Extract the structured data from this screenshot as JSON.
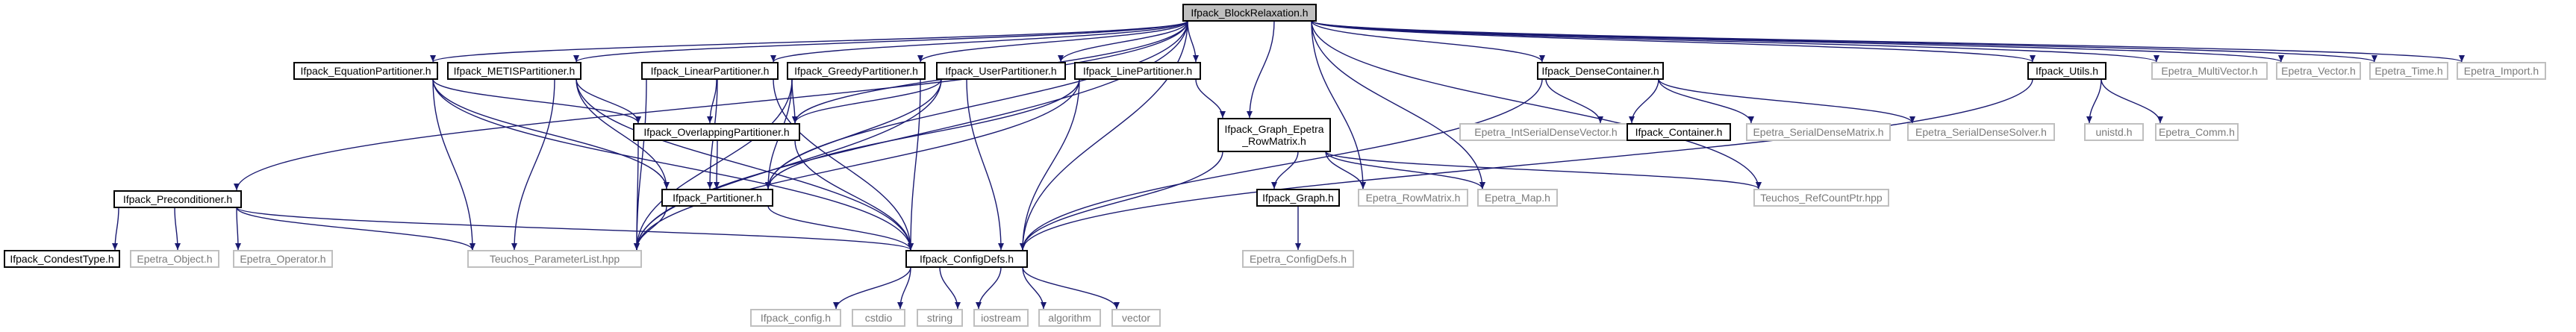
{
  "diagram": {
    "nodes": [
      {
        "id": "root",
        "label": "Ifpack_BlockRelaxation.h",
        "style": "root"
      },
      {
        "id": "eqp",
        "label": "Ifpack_EquationPartitioner.h",
        "style": "normal"
      },
      {
        "id": "metis",
        "label": "Ifpack_METISPartitioner.h",
        "style": "normal"
      },
      {
        "id": "linp",
        "label": "Ifpack_LinearPartitioner.h",
        "style": "normal"
      },
      {
        "id": "greedy",
        "label": "Ifpack_GreedyPartitioner.h",
        "style": "normal"
      },
      {
        "id": "userp",
        "label": "Ifpack_UserPartitioner.h",
        "style": "normal"
      },
      {
        "id": "linep",
        "label": "Ifpack_LinePartitioner.h",
        "style": "normal"
      },
      {
        "id": "dense",
        "label": "Ifpack_DenseContainer.h",
        "style": "normal"
      },
      {
        "id": "utils",
        "label": "Ifpack_Utils.h",
        "style": "normal"
      },
      {
        "id": "mvec",
        "label": "Epetra_MultiVector.h",
        "style": "gray"
      },
      {
        "id": "vec",
        "label": "Epetra_Vector.h",
        "style": "gray"
      },
      {
        "id": "time",
        "label": "Epetra_Time.h",
        "style": "gray"
      },
      {
        "id": "import",
        "label": "Epetra_Import.h",
        "style": "gray"
      },
      {
        "id": "ovl",
        "label": "Ifpack_OverlappingPartitioner.h",
        "style": "normal"
      },
      {
        "id": "gep",
        "label": "Ifpack_Graph_Epetra\n_RowMatrix.h",
        "style": "normal"
      },
      {
        "id": "isdv",
        "label": "Epetra_IntSerialDenseVector.h",
        "style": "gray"
      },
      {
        "id": "cont",
        "label": "Ifpack_Container.h",
        "style": "normal"
      },
      {
        "id": "sdm",
        "label": "Epetra_SerialDenseMatrix.h",
        "style": "gray"
      },
      {
        "id": "sds",
        "label": "Epetra_SerialDenseSolver.h",
        "style": "gray"
      },
      {
        "id": "unistd",
        "label": "unistd.h",
        "style": "gray"
      },
      {
        "id": "comm",
        "label": "Epetra_Comm.h",
        "style": "gray"
      },
      {
        "id": "prec",
        "label": "Ifpack_Preconditioner.h",
        "style": "normal"
      },
      {
        "id": "part",
        "label": "Ifpack_Partitioner.h",
        "style": "normal"
      },
      {
        "id": "graph",
        "label": "Ifpack_Graph.h",
        "style": "normal"
      },
      {
        "id": "rowm",
        "label": "Epetra_RowMatrix.h",
        "style": "gray"
      },
      {
        "id": "map",
        "label": "Epetra_Map.h",
        "style": "gray"
      },
      {
        "id": "rcp",
        "label": "Teuchos_RefCountPtr.hpp",
        "style": "gray"
      },
      {
        "id": "ct",
        "label": "Ifpack_CondestType.h",
        "style": "normal"
      },
      {
        "id": "obj",
        "label": "Epetra_Object.h",
        "style": "gray"
      },
      {
        "id": "op",
        "label": "Epetra_Operator.h",
        "style": "gray"
      },
      {
        "id": "cfg",
        "label": "Ifpack_ConfigDefs.h",
        "style": "normal"
      },
      {
        "id": "tpl",
        "label": "Teuchos_ParameterList.hpp",
        "style": "gray"
      },
      {
        "id": "ecfg",
        "label": "Epetra_ConfigDefs.h",
        "style": "gray"
      },
      {
        "id": "ifcfg",
        "label": "Ifpack_config.h",
        "style": "gray"
      },
      {
        "id": "cstdio",
        "label": "cstdio",
        "style": "gray"
      },
      {
        "id": "string",
        "label": "string",
        "style": "gray"
      },
      {
        "id": "iostream",
        "label": "iostream",
        "style": "gray"
      },
      {
        "id": "algorithm",
        "label": "algorithm",
        "style": "gray"
      },
      {
        "id": "vector",
        "label": "vector",
        "style": "gray"
      }
    ],
    "edges": [
      [
        "root",
        "eqp"
      ],
      [
        "root",
        "metis"
      ],
      [
        "root",
        "linp"
      ],
      [
        "root",
        "greedy"
      ],
      [
        "root",
        "userp"
      ],
      [
        "root",
        "linep"
      ],
      [
        "root",
        "dense"
      ],
      [
        "root",
        "utils"
      ],
      [
        "root",
        "mvec"
      ],
      [
        "root",
        "vec"
      ],
      [
        "root",
        "time"
      ],
      [
        "root",
        "import"
      ],
      [
        "root",
        "prec"
      ],
      [
        "root",
        "part"
      ],
      [
        "root",
        "ovl"
      ],
      [
        "root",
        "gep"
      ],
      [
        "root",
        "cfg"
      ],
      [
        "root",
        "tpl"
      ],
      [
        "root",
        "rowm"
      ],
      [
        "root",
        "map"
      ],
      [
        "root",
        "rcp"
      ],
      [
        "eqp",
        "ovl"
      ],
      [
        "eqp",
        "part"
      ],
      [
        "eqp",
        "cfg"
      ],
      [
        "eqp",
        "tpl"
      ],
      [
        "metis",
        "ovl"
      ],
      [
        "metis",
        "part"
      ],
      [
        "metis",
        "cfg"
      ],
      [
        "metis",
        "tpl"
      ],
      [
        "linp",
        "ovl"
      ],
      [
        "linp",
        "part"
      ],
      [
        "linp",
        "cfg"
      ],
      [
        "linp",
        "tpl"
      ],
      [
        "greedy",
        "ovl"
      ],
      [
        "greedy",
        "part"
      ],
      [
        "greedy",
        "cfg"
      ],
      [
        "greedy",
        "tpl"
      ],
      [
        "userp",
        "ovl"
      ],
      [
        "userp",
        "part"
      ],
      [
        "userp",
        "cfg"
      ],
      [
        "userp",
        "tpl"
      ],
      [
        "linep",
        "part"
      ],
      [
        "linep",
        "gep"
      ],
      [
        "linep",
        "cfg"
      ],
      [
        "linep",
        "tpl"
      ],
      [
        "dense",
        "isdv"
      ],
      [
        "dense",
        "cont"
      ],
      [
        "dense",
        "sdm"
      ],
      [
        "dense",
        "sds"
      ],
      [
        "dense",
        "cfg"
      ],
      [
        "utils",
        "unistd"
      ],
      [
        "utils",
        "comm"
      ],
      [
        "utils",
        "cfg"
      ],
      [
        "ovl",
        "part"
      ],
      [
        "ovl",
        "cfg"
      ],
      [
        "ovl",
        "tpl"
      ],
      [
        "gep",
        "graph"
      ],
      [
        "gep",
        "rowm"
      ],
      [
        "gep",
        "map"
      ],
      [
        "gep",
        "rcp"
      ],
      [
        "gep",
        "cfg"
      ],
      [
        "prec",
        "ct"
      ],
      [
        "prec",
        "obj"
      ],
      [
        "prec",
        "op"
      ],
      [
        "prec",
        "cfg"
      ],
      [
        "prec",
        "tpl"
      ],
      [
        "part",
        "cfg"
      ],
      [
        "part",
        "tpl"
      ],
      [
        "graph",
        "ecfg"
      ],
      [
        "cfg",
        "ifcfg"
      ],
      [
        "cfg",
        "cstdio"
      ],
      [
        "cfg",
        "string"
      ],
      [
        "cfg",
        "iostream"
      ],
      [
        "cfg",
        "algorithm"
      ],
      [
        "cfg",
        "vector"
      ]
    ]
  },
  "colors": {
    "edge": "#191970",
    "edge_gray": "#c0c0c0",
    "node_border": "#000000",
    "node_border_gray": "#bfbfbf",
    "node_fill": "#ffffff",
    "root_fill": "#bfbfbf",
    "text": "#000000",
    "text_gray": "#7a7a7a"
  }
}
